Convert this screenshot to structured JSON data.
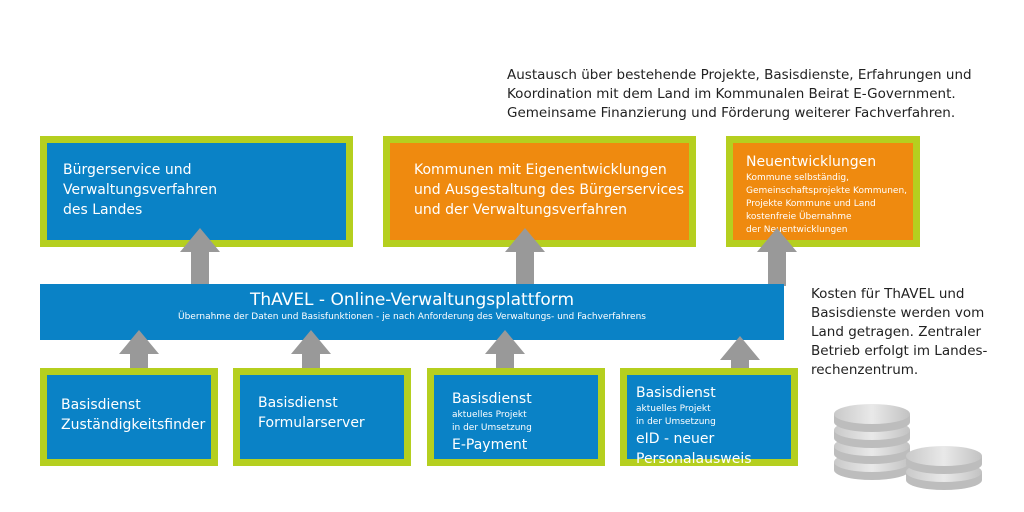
{
  "note_top": [
    "Austausch über bestehende Projekte, Basisdienste, Erfahrungen und",
    "Koordination mit dem Land im Kommunalen Beirat E-Government.",
    "Gemeinsame Finanzierung und Förderung weiterer Fachverfahren."
  ],
  "top_boxes": {
    "land": [
      "Bürgerservice und Verwaltungsverfahren",
      "des Landes"
    ],
    "kommunen": [
      "Kommunen mit Eigenentwicklungen",
      "und Ausgestaltung des Bürgerservices",
      "und der Verwaltungsverfahren"
    ],
    "neu_title": "Neuentwicklungen",
    "neu_small": [
      "Kommune selbständig,",
      "Gemeinschaftsprojekte Kommunen,",
      "Projekte Kommune und Land",
      "kostenfreie Übernahme",
      "der Neuentwicklungen"
    ]
  },
  "platform": {
    "title": "ThAVEL - Online-Verwaltungsplattform",
    "subtitle": "Übernahme der Daten und Basisfunktionen - je nach Anforderung des Verwaltungs- und Fachverfahrens"
  },
  "note_right": [
    "Kosten für ThAVEL und",
    "Basisdienste werden vom",
    "Land getragen. Zentraler",
    "Betrieb erfolgt im Landes-",
    "rechenzentrum."
  ],
  "bottom_boxes": {
    "b1": [
      "Basisdienst",
      "Zuständigkeitsfinder"
    ],
    "b2": [
      "Basisdienst",
      "Formularserver"
    ],
    "b3_title": "Basisdienst",
    "b3_small": [
      "aktuelles Projekt",
      "in der Umsetzung"
    ],
    "b3_name": "E-Payment",
    "b4_title": "Basisdienst",
    "b4_small": [
      "aktuelles Projekt",
      "in der Umsetzung"
    ],
    "b4_name": [
      "eID - neuer",
      "Personalausweis"
    ]
  },
  "colors": {
    "blue": "#0a82c6",
    "orange": "#ef8a0f",
    "border_green": "#b5cf1f",
    "arrow_gray": "#999999"
  },
  "icons": [
    "up-arrow-icon",
    "coins-icon"
  ]
}
